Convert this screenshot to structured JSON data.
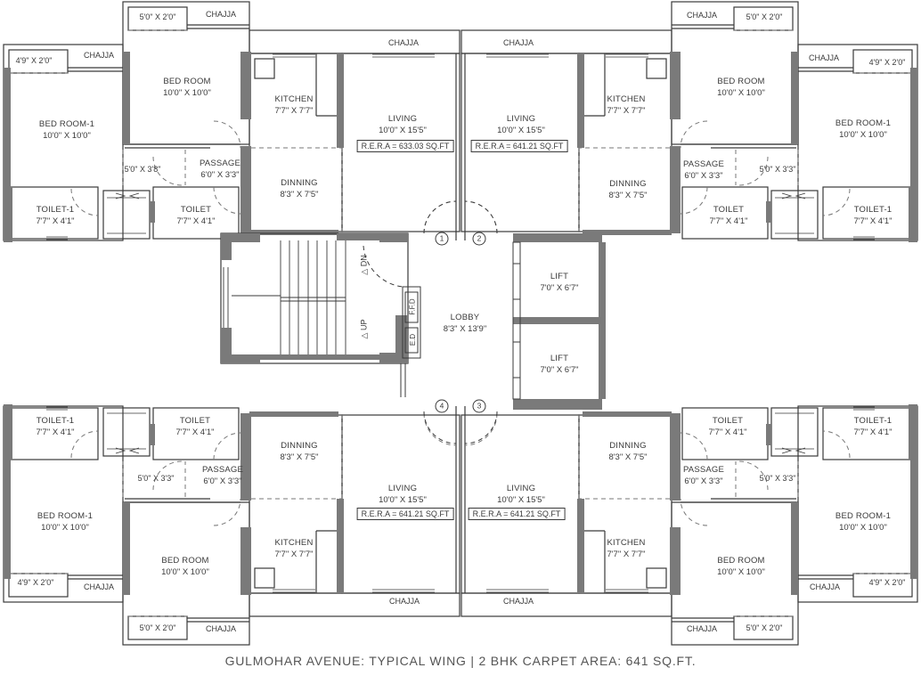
{
  "caption": "GULMOHAR AVENUE: TYPICAL WING | 2 BHK CARPET AREA: 641 SQ.FT.",
  "colors": {
    "wall": "#7a7a7a",
    "line": "#3a3a3a",
    "background": "#ffffff"
  },
  "lobby": {
    "name": "LOBBY",
    "dim": "8'3\" X 13'9\""
  },
  "lifts": [
    {
      "name": "LIFT",
      "dim": "7'0\" X 6'7\""
    },
    {
      "name": "LIFT",
      "dim": "7'0\" X 6'7\""
    }
  ],
  "stair": {
    "dn": "DN",
    "up": "UP",
    "ffd": "F.F.D",
    "ed": "E.D"
  },
  "unit_markers": [
    "1",
    "2",
    "3",
    "4"
  ],
  "units": {
    "tl": {
      "bedroom1": {
        "name": "BED ROOM-1",
        "dim": "10'0\" X 10'0\""
      },
      "bed1_balcony": "4'9\" X 2'0\"",
      "bed1_chajja": "CHAJJA",
      "bedroom": {
        "name": "BED ROOM",
        "dim": "10'0\" X 10'0\""
      },
      "bed_balcony": "5'0\" X 2'0\"",
      "bed_chajja": "CHAJJA",
      "passage": {
        "name": "PASSAGE",
        "dim": "6'0\" X 3'3\""
      },
      "dress": "5'0\" X 3'8\"",
      "toilet1": {
        "name": "TOILET-1",
        "dim": "7'7\" X 4'1\""
      },
      "toilet": {
        "name": "TOILET",
        "dim": "7'7\" X 4'1\""
      },
      "kitchen": {
        "name": "KITCHEN",
        "dim": "7'7\" X 7'7\""
      },
      "dinning": {
        "name": "DINNING",
        "dim": "8'3\" X 7'5\""
      },
      "living": {
        "name": "LIVING",
        "dim": "10'0\" X 15'5\""
      },
      "rera": "R.E.R.A = 633.03 SQ.FT",
      "chajja": "CHAJJA"
    },
    "tr": {
      "bedroom1": {
        "name": "BED ROOM-1",
        "dim": "10'0\" X 10'0\""
      },
      "bed1_balcony": "4'9\" X 2'0\"",
      "bed1_chajja": "CHAJJA",
      "bedroom": {
        "name": "BED ROOM",
        "dim": "10'0\" X 10'0\""
      },
      "bed_balcony": "5'0\" X 2'0\"",
      "bed_chajja": "CHAJJA",
      "passage": {
        "name": "PASSAGE",
        "dim": "6'0\" X 3'3\""
      },
      "dress": "5'0\" X 3'3\"",
      "toilet1": {
        "name": "TOILET-1",
        "dim": "7'7\" X 4'1\""
      },
      "toilet": {
        "name": "TOILET",
        "dim": "7'7\" X 4'1\""
      },
      "kitchen": {
        "name": "KITCHEN",
        "dim": "7'7\" X 7'7\""
      },
      "dinning": {
        "name": "DINNING",
        "dim": "8'3\" X 7'5\""
      },
      "living": {
        "name": "LIVING",
        "dim": "10'0\" X 15'5\""
      },
      "rera": "R.E.R.A = 641.21 SQ.FT",
      "chajja": "CHAJJA"
    },
    "bl": {
      "bedroom1": {
        "name": "BED ROOM-1",
        "dim": "10'0\" X 10'0\""
      },
      "bed1_balcony": "4'9\" X 2'0\"",
      "bed1_chajja": "CHAJJA",
      "bedroom": {
        "name": "BED ROOM",
        "dim": "10'0\" X 10'0\""
      },
      "bed_balcony": "5'0\" X 2'0\"",
      "bed_chajja": "CHAJJA",
      "passage": {
        "name": "PASSAGE",
        "dim": "6'0\" X 3'3\""
      },
      "dress": "5'0\" X 3'3\"",
      "toilet1": {
        "name": "TOILET-1",
        "dim": "7'7\" X 4'1\""
      },
      "toilet": {
        "name": "TOILET",
        "dim": "7'7\" X 4'1\""
      },
      "kitchen": {
        "name": "KITCHEN",
        "dim": "7'7\" X 7'7\""
      },
      "dinning": {
        "name": "DINNING",
        "dim": "8'3\" X 7'5\""
      },
      "living": {
        "name": "LIVING",
        "dim": "10'0\" X 15'5\""
      },
      "rera": "R.E.R.A = 641.21 SQ.FT",
      "chajja": "CHAJJA"
    },
    "br": {
      "bedroom1": {
        "name": "BED ROOM-1",
        "dim": "10'0\" X 10'0\""
      },
      "bed1_balcony": "4'9\" X 2'0\"",
      "bed1_chajja": "CHAJJA",
      "bedroom": {
        "name": "BED ROOM",
        "dim": "10'0\" X 10'0\""
      },
      "bed_balcony": "5'0\" X 2'0\"",
      "bed_chajja": "CHAJJA",
      "passage": {
        "name": "PASSAGE",
        "dim": "6'0\" X 3'3\""
      },
      "dress": "5'0\" X 3'3\"",
      "toilet1": {
        "name": "TOILET-1",
        "dim": "7'7\" X 4'1\""
      },
      "toilet": {
        "name": "TOILET",
        "dim": "7'7\" X 4'1\""
      },
      "kitchen": {
        "name": "KITCHEN",
        "dim": "7'7\" X 7'7\""
      },
      "dinning": {
        "name": "DINNING",
        "dim": "8'3\" X 7'5\""
      },
      "living": {
        "name": "LIVING",
        "dim": "10'0\" X 15'5\""
      },
      "rera": "R.E.R.A = 641.21 SQ.FT",
      "chajja": "CHAJJA"
    }
  }
}
